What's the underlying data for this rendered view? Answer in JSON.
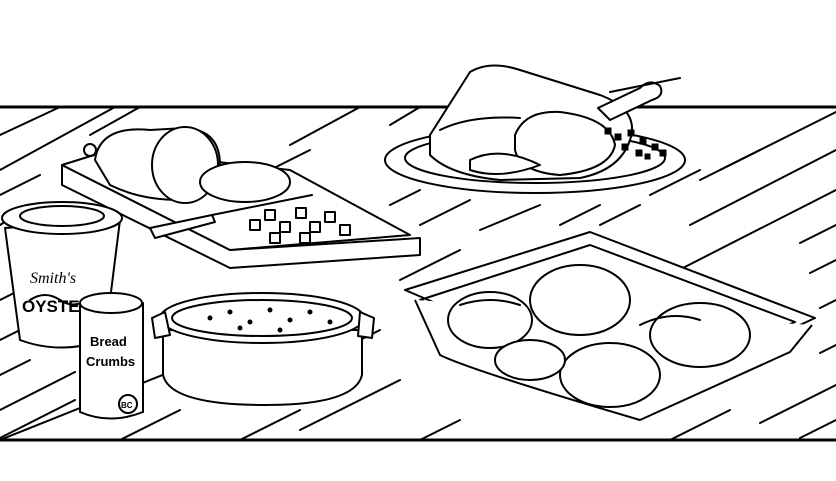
{
  "scene": {
    "oyster_tub": {
      "brand_script": "Smith's",
      "label": "OYSTERS"
    },
    "crumbs_can": {
      "line1": "Bread",
      "line2": "Crumbs",
      "badge": "BC"
    }
  }
}
